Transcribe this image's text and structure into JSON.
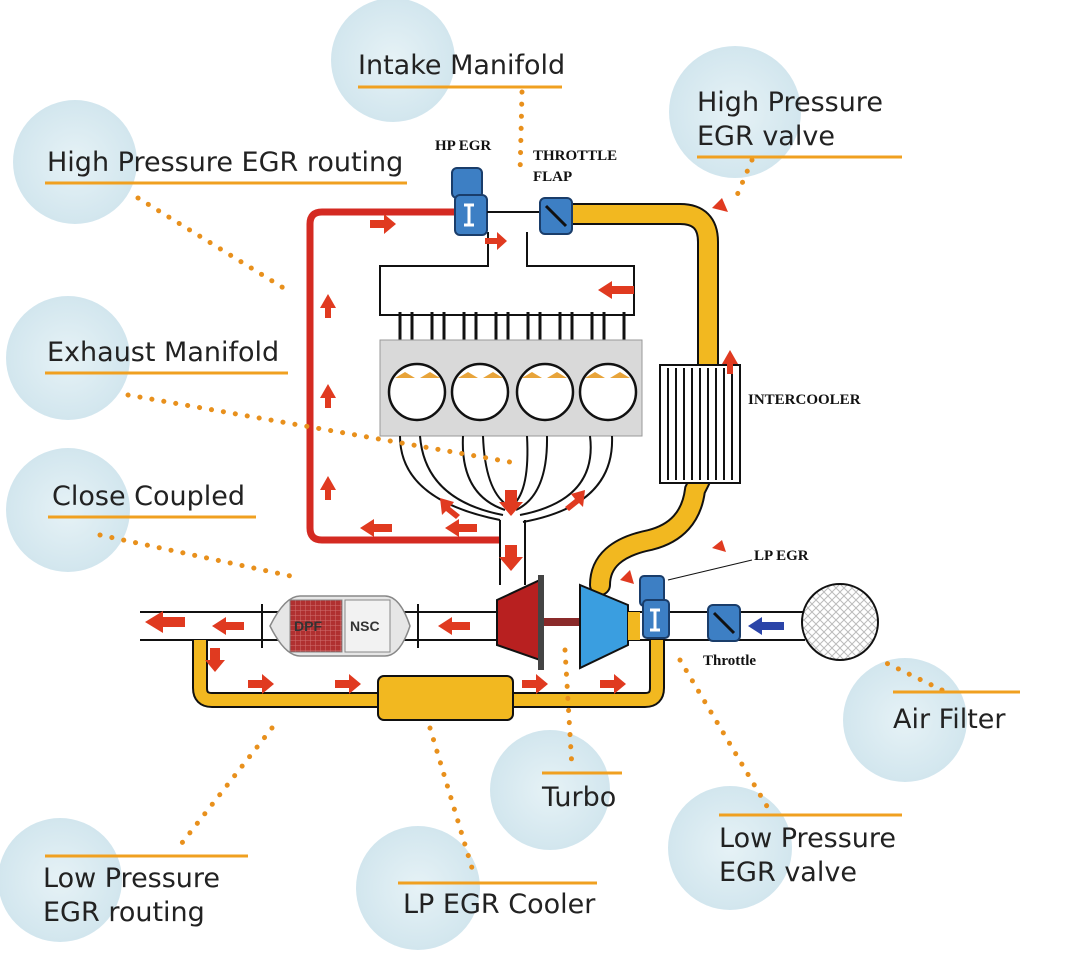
{
  "labels": {
    "intake_manifold": "Intake Manifold",
    "hp_egr_valve_line1": "High Pressure",
    "hp_egr_valve_line2": "EGR valve",
    "hp_egr_routing": "High Pressure EGR routing",
    "exhaust_manifold": "Exhaust Manifold",
    "close_coupled": "Close Coupled",
    "air_filter": "Air Filter",
    "turbo": "Turbo",
    "lp_egr_valve_line1": "Low Pressure",
    "lp_egr_valve_line2": "EGR valve",
    "lp_egr_cooler": "LP EGR Cooler",
    "lp_egr_routing_line1": "Low Pressure",
    "lp_egr_routing_line2": "EGR routing"
  },
  "component_labels": {
    "hp_egr": "HP EGR",
    "throttle_flap_line1": "THROTTLE",
    "throttle_flap_line2": "FLAP",
    "intercooler": "INTERCOOLER",
    "lp_egr": "LP EGR",
    "throttle": "Throttle",
    "dpf": "DPF",
    "nsc": "NSC"
  },
  "colors": {
    "hot_pipe": "#d42a22",
    "cool_pipe": "#f2b820",
    "valve_blue": "#3d7fc4",
    "turbo_turbine": "#b82020",
    "turbo_compressor": "#3a9ee0",
    "leader_dots": "#e8901c",
    "underline": "#f0a020",
    "bubble": "#dcedf3",
    "arrow_red": "#e03a20",
    "arrow_blue": "#2a44a8"
  }
}
